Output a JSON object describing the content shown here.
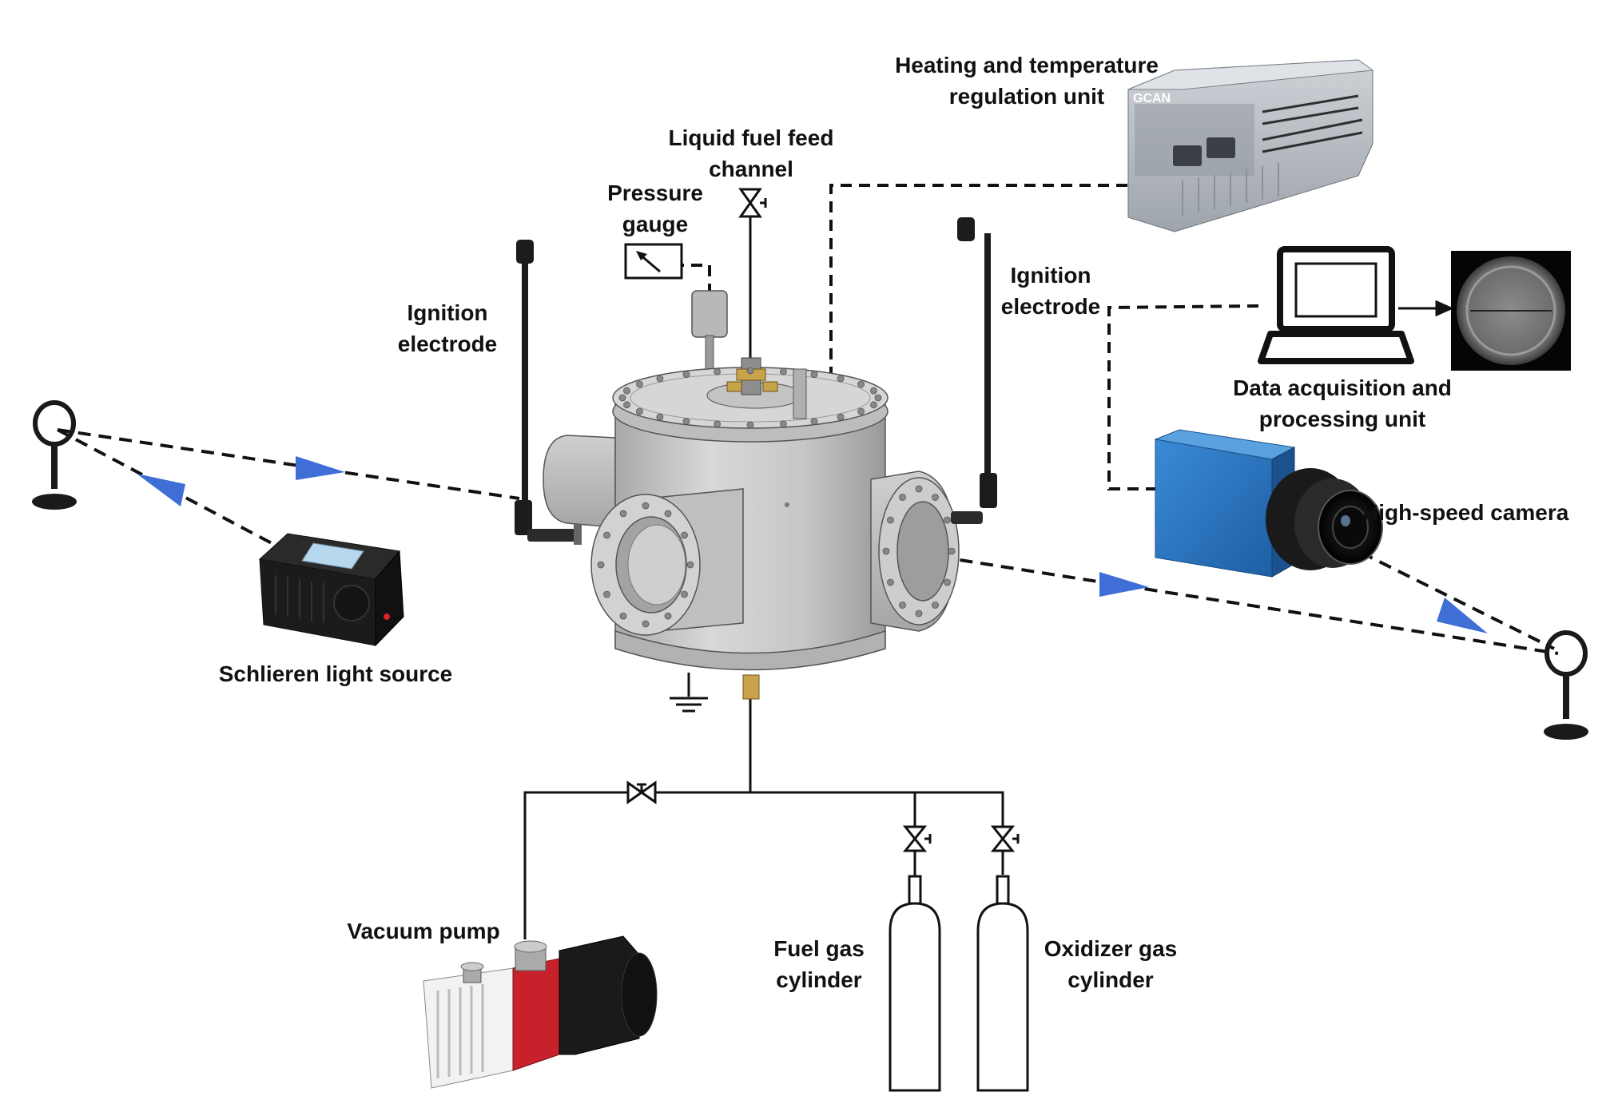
{
  "labels": {
    "heating_1": "Heating and temperature",
    "heating_2": "regulation unit",
    "liquid_1": "Liquid fuel feed",
    "liquid_2": "channel",
    "pressure_1": "Pressure",
    "pressure_2": "gauge",
    "ign_left_1": "Ignition",
    "ign_left_2": "electrode",
    "ign_right_1": "Ignition",
    "ign_right_2": "electrode",
    "daq_1": "Data acquisition and",
    "daq_2": "processing unit",
    "camera": "High-speed camera",
    "schlieren": "Schlieren light source",
    "vacuum": "Vacuum pump",
    "fuel_1": "Fuel gas",
    "fuel_2": "cylinder",
    "oxidizer_1": "Oxidizer gas",
    "oxidizer_2": "cylinder"
  },
  "device_marks": {
    "plc_brand": "GCAN"
  },
  "colors": {
    "arrow": "#3f6fd6",
    "line": "#111111",
    "chamber": "#c9c9c9",
    "pump_red": "#c7222c",
    "camera_blue": "#2a79c6"
  }
}
